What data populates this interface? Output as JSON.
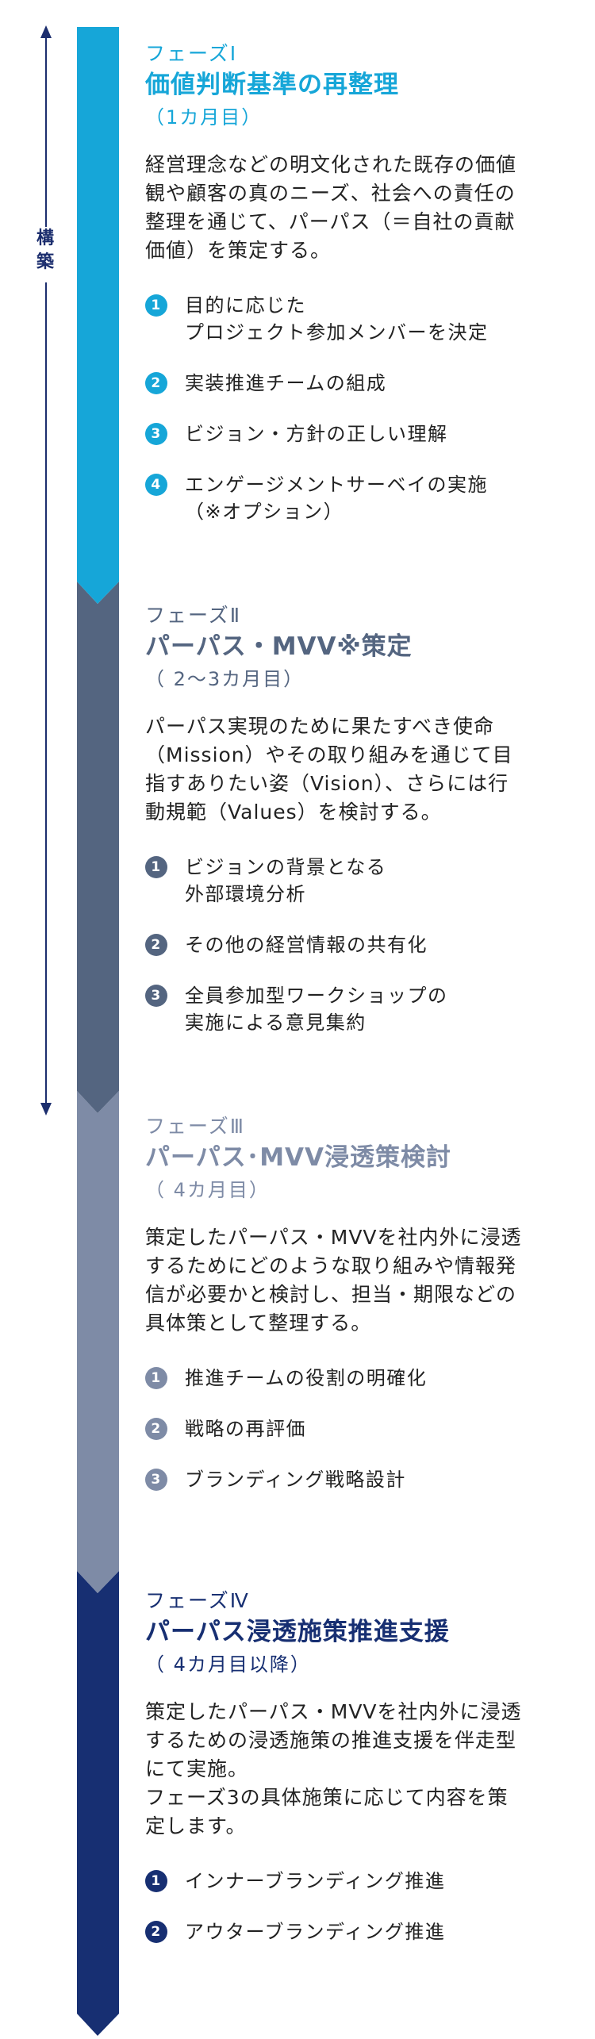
{
  "colors": {
    "phase1": "#16a6d8",
    "phase2": "#546580",
    "phase3": "#7e8ba6",
    "phase4": "#172f72",
    "axis": "#1c2e6e",
    "text": "#222222"
  },
  "axis": {
    "label": "構\n築"
  },
  "phases": [
    {
      "label": "フェーズⅠ",
      "title": "価値判断基準の再整理",
      "duration": "（1カ月目）",
      "description": "経営理念などの明文化された既存の価値\n観や顧客の真のニーズ、社会への責任の\n整理を通じて、パーパス（＝自社の貢献\n価値）を策定する。",
      "items": [
        {
          "num": "1",
          "text": "目的に応じた\nプロジェクト参加メンバーを決定"
        },
        {
          "num": "2",
          "text": "実装推進チームの組成"
        },
        {
          "num": "3",
          "text": "ビジョン・方針の正しい理解"
        },
        {
          "num": "4",
          "text": "エンゲージメントサーベイの実施\n（※オプション）"
        }
      ]
    },
    {
      "label": "フェーズⅡ",
      "title": "パーパス・MVV※策定",
      "duration": "（ 2～3カ月目）",
      "description": "パーパス実現のために果たすべき使命\n（Mission）やその取り組みを通じて目\n指すありたい姿（Vision）、さらには行\n動規範（Values）を検討する。",
      "items": [
        {
          "num": "1",
          "text": "ビジョンの背景となる\n外部環境分析"
        },
        {
          "num": "2",
          "text": "その他の経営情報の共有化"
        },
        {
          "num": "3",
          "text": "全員参加型ワークショップの\n実施による意見集約"
        }
      ]
    },
    {
      "label": "フェーズⅢ",
      "title": "パーパス･MVV浸透策検討",
      "duration": "（ 4カ月目）",
      "description": "策定したパーパス・MVVを社内外に浸透\nするためにどのような取り組みや情報発\n信が必要かと検討し、担当・期限などの\n具体策として整理する。",
      "items": [
        {
          "num": "1",
          "text": "推進チームの役割の明確化"
        },
        {
          "num": "2",
          "text": "戦略の再評価"
        },
        {
          "num": "3",
          "text": "ブランディング戦略設計"
        }
      ]
    },
    {
      "label": "フェーズⅣ",
      "title": "パーパス浸透施策推進支援",
      "duration": "（ 4カ月目以降）",
      "description": "策定したパーパス・MVVを社内外に浸透\nするための浸透施策の推進支援を伴走型\nにて実施。\nフェーズ3の具体施策に応じて内容を策\n定します。",
      "items": [
        {
          "num": "1",
          "text": "インナーブランディング推進"
        },
        {
          "num": "2",
          "text": "アウターブランディング推進"
        }
      ]
    }
  ]
}
